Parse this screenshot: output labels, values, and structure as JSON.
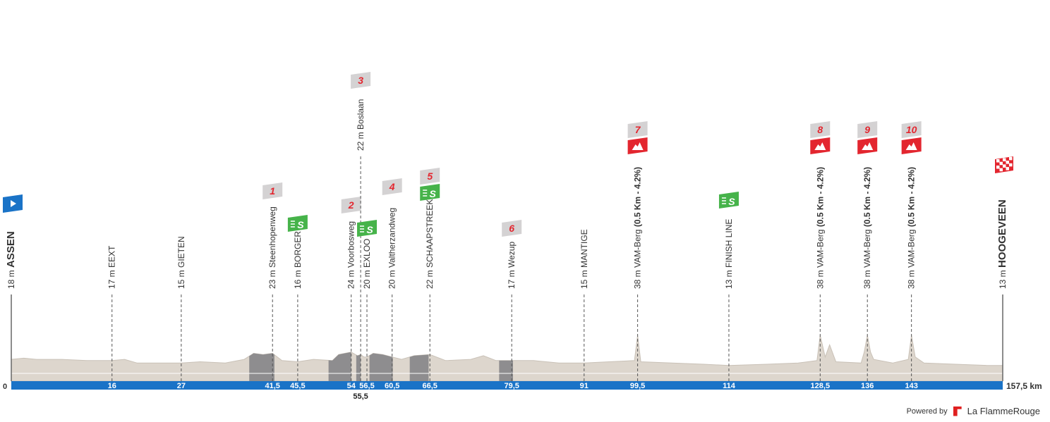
{
  "chart_data": {
    "type": "area",
    "x_unit": "km",
    "xlim": [
      0,
      157.5
    ],
    "start_km_label": "0",
    "end_km_label": "157,5 km",
    "profile": [
      [
        0,
        18
      ],
      [
        2,
        19
      ],
      [
        4,
        18
      ],
      [
        8,
        18
      ],
      [
        12,
        17
      ],
      [
        16,
        17
      ],
      [
        18,
        18
      ],
      [
        20,
        15
      ],
      [
        24,
        15
      ],
      [
        27,
        15
      ],
      [
        30,
        16
      ],
      [
        34,
        15
      ],
      [
        37,
        18
      ],
      [
        38.5,
        23
      ],
      [
        40,
        22
      ],
      [
        41.5,
        23
      ],
      [
        43,
        17
      ],
      [
        45.5,
        16
      ],
      [
        48,
        18
      ],
      [
        51,
        17
      ],
      [
        52,
        22
      ],
      [
        54,
        24
      ],
      [
        55,
        21
      ],
      [
        55.5,
        22
      ],
      [
        56,
        20
      ],
      [
        56.5,
        20
      ],
      [
        57.5,
        23
      ],
      [
        59,
        22
      ],
      [
        60.5,
        20
      ],
      [
        62,
        18
      ],
      [
        64,
        21
      ],
      [
        66.5,
        22
      ],
      [
        69,
        17
      ],
      [
        73,
        18
      ],
      [
        75,
        21
      ],
      [
        77,
        17
      ],
      [
        79.5,
        17
      ],
      [
        83,
        17
      ],
      [
        87,
        15
      ],
      [
        91,
        15
      ],
      [
        95,
        16
      ],
      [
        99,
        17
      ],
      [
        99.5,
        38
      ],
      [
        100,
        16
      ],
      [
        105,
        15
      ],
      [
        110,
        14
      ],
      [
        114,
        13
      ],
      [
        120,
        14
      ],
      [
        125,
        15
      ],
      [
        128,
        17
      ],
      [
        128.5,
        38
      ],
      [
        129.3,
        20
      ],
      [
        130,
        30
      ],
      [
        131,
        16
      ],
      [
        135,
        15
      ],
      [
        135.5,
        24
      ],
      [
        136,
        38
      ],
      [
        136.5,
        24
      ],
      [
        137,
        18
      ],
      [
        140,
        15
      ],
      [
        142.5,
        18
      ],
      [
        143,
        38
      ],
      [
        143.6,
        20
      ],
      [
        145,
        15
      ],
      [
        150,
        14
      ],
      [
        155,
        13
      ],
      [
        157.5,
        13
      ]
    ],
    "ylim": [
      0,
      60
    ],
    "sectors": [
      [
        37.8,
        41.8
      ],
      [
        50.4,
        54.0
      ],
      [
        54.8,
        55.5
      ],
      [
        56.9,
        60.6
      ],
      [
        63.3,
        66.3
      ],
      [
        77.5,
        79.7
      ]
    ],
    "km_labels": [
      {
        "x": 16,
        "label": "16"
      },
      {
        "x": 27,
        "label": "27"
      },
      {
        "x": 41.5,
        "label": "41,5"
      },
      {
        "x": 45.5,
        "label": "45,5"
      },
      {
        "x": 54,
        "label": "54"
      },
      {
        "x": 56.5,
        "label": "56,5"
      },
      {
        "x": 60.5,
        "label": "60,5"
      },
      {
        "x": 66.5,
        "label": "66,5"
      },
      {
        "x": 79.5,
        "label": "79,5"
      },
      {
        "x": 91,
        "label": "91"
      },
      {
        "x": 99.5,
        "label": "99,5"
      },
      {
        "x": 114,
        "label": "114"
      },
      {
        "x": 128.5,
        "label": "128,5"
      },
      {
        "x": 136,
        "label": "136"
      },
      {
        "x": 143,
        "label": "143"
      }
    ],
    "km_label_below": {
      "x": 55.5,
      "label": "55,5"
    },
    "start": {
      "x": 0,
      "altitude": "18 m",
      "name": "ASSEN"
    },
    "finish": {
      "x": 157.5,
      "altitude": "13 m",
      "name": "HOOGEVEEN"
    },
    "points": [
      {
        "x": 16,
        "altitude": "17 m",
        "name": "EEXT"
      },
      {
        "x": 27,
        "altitude": "15 m",
        "name": "GIETEN"
      },
      {
        "x": 41.5,
        "altitude": "23 m",
        "name": "Steenhopenweg",
        "sector": "1"
      },
      {
        "x": 45.5,
        "altitude": "16 m",
        "name": "BORGER",
        "sprint": true
      },
      {
        "x": 54,
        "altitude": "24 m",
        "name": "Voorbosweg",
        "sector": "2"
      },
      {
        "x": 55.5,
        "altitude": "22 m",
        "name": "Boslaan",
        "sector": "3",
        "high": true
      },
      {
        "x": 56.5,
        "altitude": "20 m",
        "name": "EXLOO",
        "sprint": true
      },
      {
        "x": 60.5,
        "altitude": "20 m",
        "name": "Valtherzandweg",
        "sector": "4"
      },
      {
        "x": 66.5,
        "altitude": "22 m",
        "name": "SCHAAPSTREEK",
        "sector": "5",
        "sprint": true
      },
      {
        "x": 79.5,
        "altitude": "17 m",
        "name": "Wezup",
        "sector": "6"
      },
      {
        "x": 91,
        "altitude": "15 m",
        "name": "MANTIGE"
      },
      {
        "x": 99.5,
        "altitude": "38 m",
        "name": "VAM-Berg",
        "extra": " (0.5 Km - 4.2%)",
        "sector": "7",
        "climb": true
      },
      {
        "x": 114,
        "altitude": "13 m",
        "name": "FINISH LINE",
        "sprint": true
      },
      {
        "x": 128.5,
        "altitude": "38 m",
        "name": "VAM-Berg",
        "extra": " (0.5 Km - 4.2%)",
        "sector": "8",
        "climb": true
      },
      {
        "x": 136,
        "altitude": "38 m",
        "name": "VAM-Berg",
        "extra": " (0.5 Km - 4.2%)",
        "sector": "9",
        "climb": true
      },
      {
        "x": 143,
        "altitude": "38 m",
        "name": "VAM-Berg",
        "extra": " (0.5 Km - 4.2%)",
        "sector": "10",
        "climb": true
      }
    ],
    "sprint_symbol": "S"
  },
  "colors": {
    "terrain": "#ddd6cd",
    "terrain_edge": "#c9c1b7",
    "sector_fill": "#8e8d8f",
    "axis_bar": "#1a73c7",
    "climb_red": "#e3262f",
    "sprint_green": "#46b34a",
    "sector_flag": "#d4d2d3",
    "flag_number": "#e3262f"
  },
  "footer": {
    "powered_by": "Powered by",
    "brand": "La FlammeRouge"
  }
}
